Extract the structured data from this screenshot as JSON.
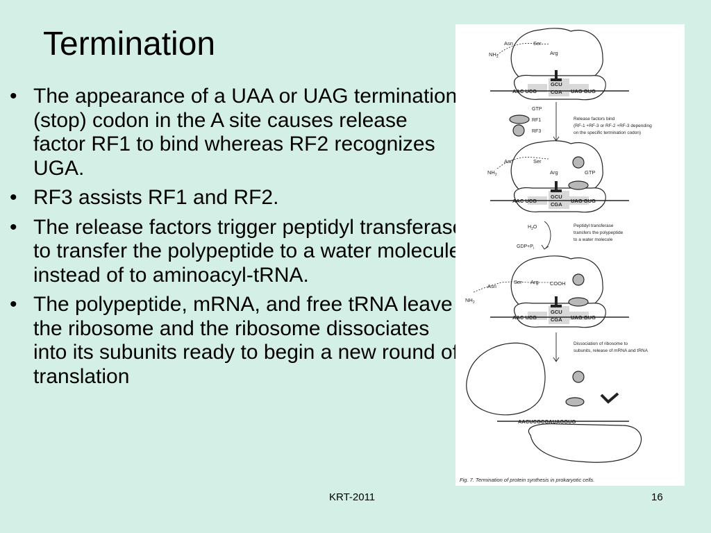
{
  "slide": {
    "title": "Termination",
    "bullets": [
      "The appearance of a UAA or UAG termination (stop) codon in the A site causes release factor RF1 to bind whereas RF2 recognizes UGA.",
      "RF3 assists RF1 and RF2.",
      "The release factors trigger peptidyl transferase to transfer the polypeptide to a water molecule instead of to aminoacyl-tRNA.",
      "The polypeptide, mRNA, and free tRNA leave the ribosome and the ribosome dissociates into its subunits ready to begin a new round of translation"
    ],
    "bullet_glyph": "•",
    "footer_center": "KRT-2011",
    "page_number": "16"
  },
  "figure": {
    "labels": {
      "asn": "Asn",
      "ser": "Ser",
      "arg": "Arg",
      "nh2": "NH",
      "nh2_sub": "2",
      "codon_p": "GCU",
      "anticodon_p": "CGA",
      "mrna_left": "AAC UCG",
      "mrna_right": "UAG GUG",
      "gtp": "GTP",
      "rf1": "RF1",
      "rf3": "RF3",
      "h2o": "H",
      "h2o_sub": "2",
      "h2o_end": "O",
      "gdp_pi": "GDP+P",
      "gdp_pi_sub": "i",
      "cooh": "COOH",
      "mrna_free": "AACUCGCGAUAGGUG"
    },
    "notes": {
      "release_line1": "Release factors bind",
      "release_line2": "(RF-1 +RF-3 or RF-2 +RF-3 depending",
      "release_line3": "on the specific termination codon)",
      "peptidyl_line1": "Peptidyl transferase",
      "peptidyl_line2": "transfers the polypeptide",
      "peptidyl_line3": "to a water molecule",
      "dissoc_line1": "Dissociation of ribosome to",
      "dissoc_line2": "subunits, release of mRNA and tRNA"
    },
    "caption": "Fig. 7.    Termination of protein synthesis in prokaryotic cells."
  }
}
